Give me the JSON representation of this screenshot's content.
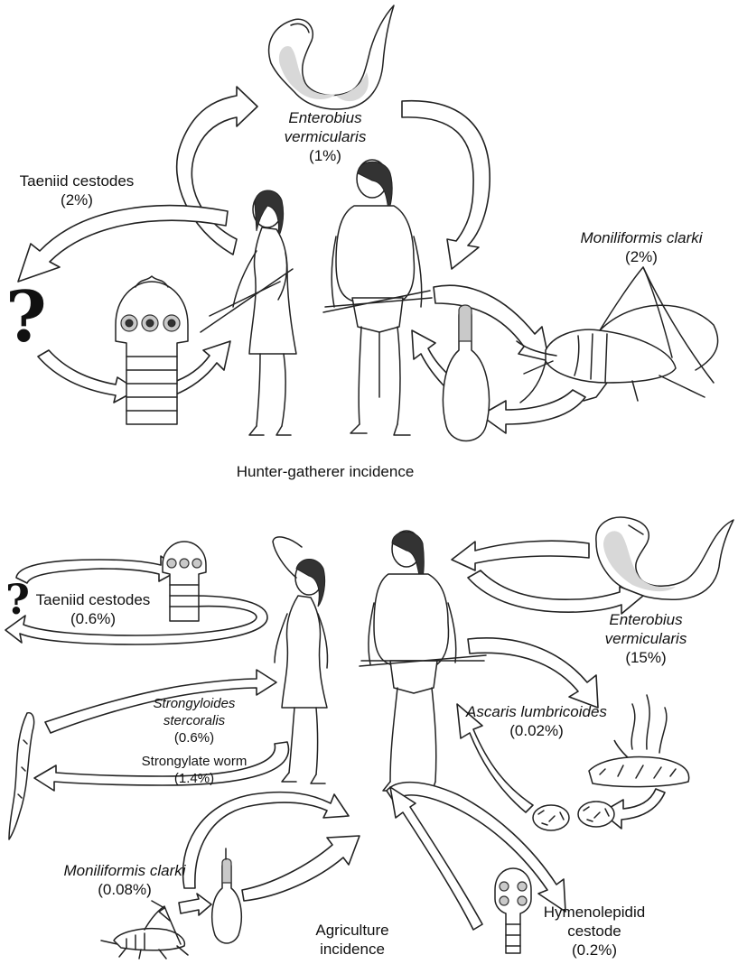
{
  "top_panel": {
    "caption": "Hunter-gatherer incidence",
    "enterobius": {
      "name": "Enterobius vermicularis",
      "name_line1": "Enterobius",
      "name_line2": "vermicularis",
      "pct": "(1%)"
    },
    "taeniid": {
      "name": "Taeniid cestodes",
      "pct": "(2%)"
    },
    "moniliformis": {
      "name": "Moniliformis clarki",
      "pct": "(2%)"
    },
    "unknown_host": "?"
  },
  "bottom_panel": {
    "caption_line1": "Agriculture",
    "caption_line2": "incidence",
    "taeniid": {
      "name": "Taeniid cestodes",
      "pct": "(0.6%)"
    },
    "enterobius": {
      "name_line1": "Enterobius",
      "name_line2": "vermicularis",
      "pct": "(15%)"
    },
    "strongyloides": {
      "name_line1": "Strongyloides",
      "name_line2": "stercoralis",
      "pct": "(0.6%)"
    },
    "strongylate": {
      "name": "Strongylate worm",
      "pct": "(1.4%)"
    },
    "ascaris": {
      "name": "Ascaris lumbricoides",
      "pct": "(0.02%)"
    },
    "moniliformis": {
      "name": "Moniliformis clarki",
      "pct": "(0.08%)"
    },
    "hymenolepidid": {
      "name_line1": "Hymenolepidid",
      "name_line2": "cestode",
      "pct": "(0.2%)"
    },
    "unknown_host": "?"
  }
}
